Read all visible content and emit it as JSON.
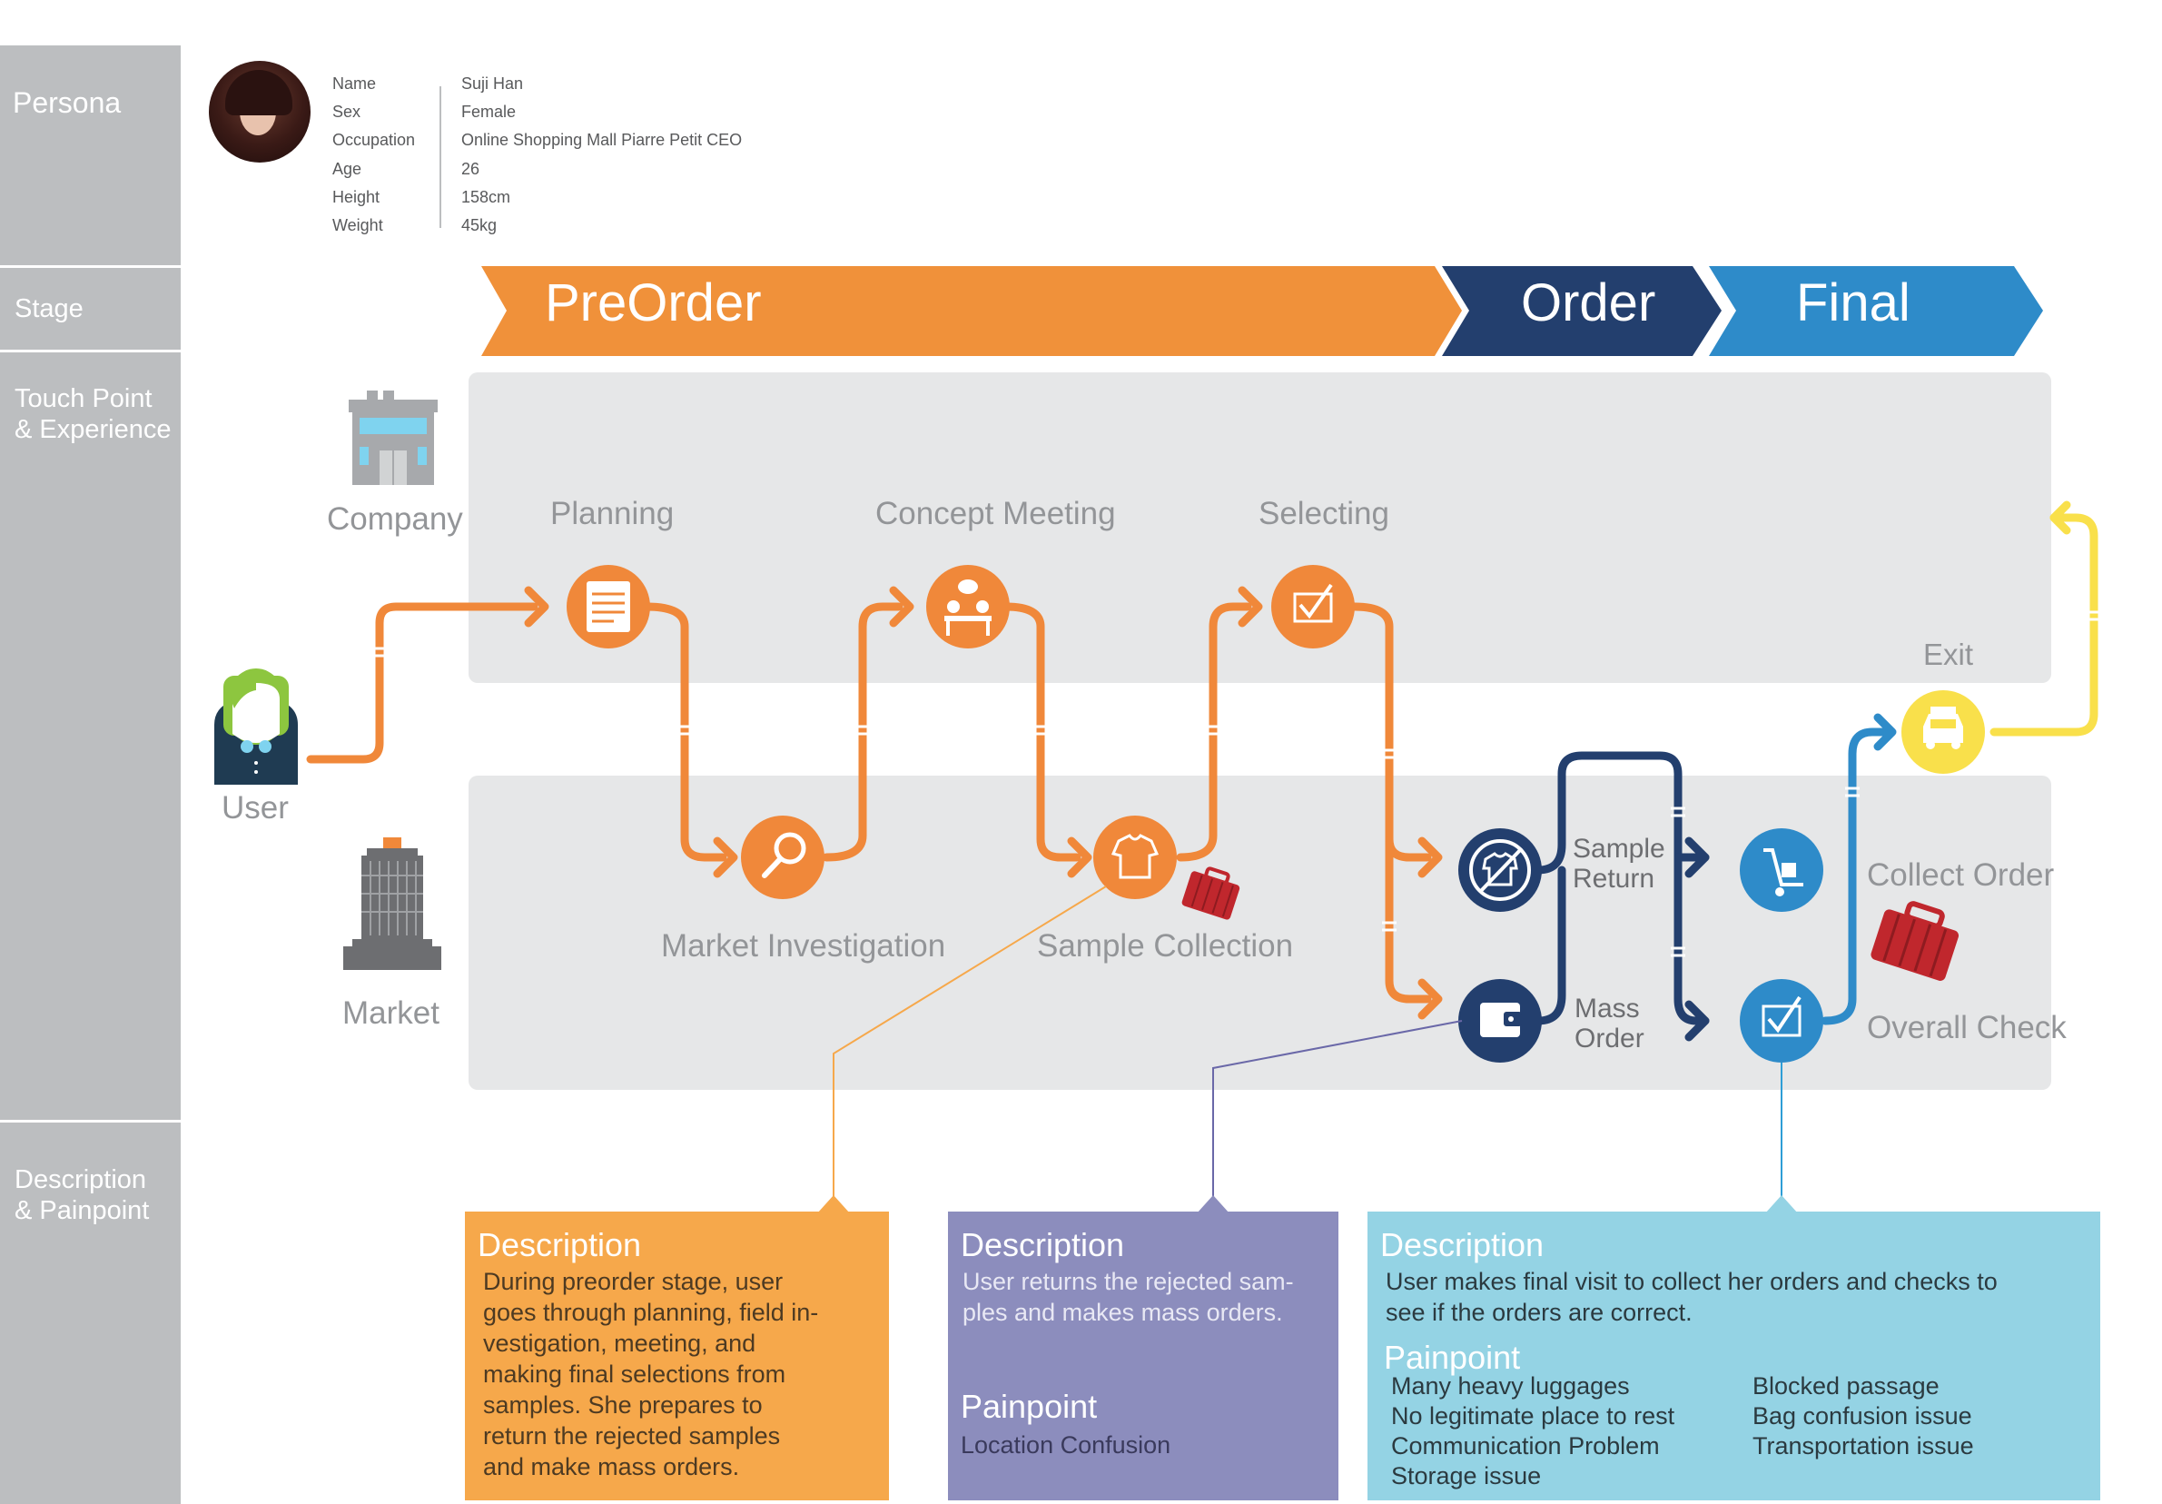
{
  "sidebar": {
    "persona": "Persona",
    "stage": "Stage",
    "touchpoint": "Touch Point\n& Experience",
    "description": "Description\n& Painpoint"
  },
  "persona": {
    "fields": [
      {
        "label": "Name",
        "value": "Suji Han"
      },
      {
        "label": "Sex",
        "value": "Female"
      },
      {
        "label": "Occupation",
        "value": "Online Shopping Mall Piarre Petit CEO"
      },
      {
        "label": "Age",
        "value": "26"
      },
      {
        "label": "Height",
        "value": "158cm"
      },
      {
        "label": "Weight",
        "value": "45kg"
      }
    ]
  },
  "stages": {
    "preorder": "PreOrder",
    "order": "Order",
    "final": "Final"
  },
  "actors": {
    "company": "Company",
    "user": "User",
    "market": "Market"
  },
  "steps": {
    "planning": "Planning",
    "concept_meeting": "Concept Meeting",
    "selecting": "Selecting",
    "market_investigation": "Market Investigation",
    "sample_collection": "Sample Collection",
    "sample_return": "Sample\nReturn",
    "mass_order": "Mass\nOrder",
    "collect_order": "Collect Order",
    "overall_check": "Overall Check",
    "exit": "Exit"
  },
  "boxes": {
    "preorder": {
      "heading": "Description",
      "body": "During preorder stage, user\ngoes through planning, field in-\nvestigation, meeting, and\nmaking final selections from\nsamples. She prepares to\nreturn the rejected samples\nand make mass orders."
    },
    "order": {
      "heading": "Description",
      "body": "User returns the rejected sam-\nples and makes mass orders.",
      "pain_heading": "Painpoint",
      "pain_body": "Location Confusion"
    },
    "final": {
      "heading": "Description",
      "body": "User makes final visit to collect her orders and checks to\nsee if the orders are correct.",
      "pain_heading": "Painpoint",
      "pain_col1": "Many heavy luggages\nNo legitimate place to rest\nCommunication Problem\nStorage issue",
      "pain_col2": "Blocked passage\nBag confusion issue\nTransportation issue"
    }
  },
  "colors": {
    "orange": "#f0883a",
    "navy": "#233f6e",
    "blue": "#2e8bc9",
    "yellow": "#f9e04b",
    "sidebar": "#bcbec0",
    "panel": "#e6e7e8",
    "box_orange": "#f6a84b",
    "box_purple": "#8c8dbd",
    "box_teal": "#94d3e4"
  }
}
